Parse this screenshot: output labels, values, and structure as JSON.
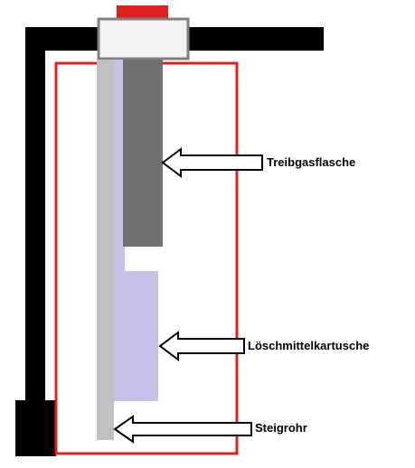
{
  "labels": {
    "propellant_cartridge": "Treibgasflasche",
    "extinguishing_agent_cartridge": "Löschmittelkartusche",
    "riser_pipe": "Steigrohr"
  },
  "colors": {
    "container_outline": "#e02020",
    "valve_cap": "#e02020",
    "hose": "#000000",
    "valve_head_fill": "#f2f2f2",
    "valve_head_border": "#808080",
    "riser_pipe": "#c0c0c0",
    "propellant_cartridge": "#707070",
    "agent_cartridge": "#c8c0e8",
    "arrow_fill": "#ffffff",
    "arrow_stroke": "#000000"
  },
  "icons": {
    "pointer": "hollow-left-arrow"
  }
}
